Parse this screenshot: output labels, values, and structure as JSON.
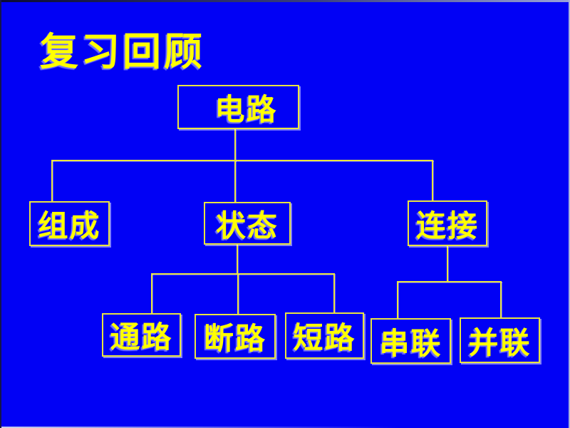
{
  "slide": {
    "title": "复习回顾",
    "colors": {
      "background": "#0101f5",
      "text_yellow": "#ffff00",
      "line_yellow": "#e9e43f"
    }
  },
  "diagram": {
    "nodes": {
      "circuit": "电路",
      "composition": "组成",
      "state": "状态",
      "connection": "连接",
      "closed_circuit": "通路",
      "open_circuit": "断路",
      "short_circuit": "短路",
      "series": "串联",
      "parallel": "并联"
    },
    "edges": [
      [
        "circuit",
        "composition"
      ],
      [
        "circuit",
        "state"
      ],
      [
        "circuit",
        "connection"
      ],
      [
        "state",
        "closed_circuit"
      ],
      [
        "state",
        "open_circuit"
      ],
      [
        "state",
        "short_circuit"
      ],
      [
        "connection",
        "series"
      ],
      [
        "connection",
        "parallel"
      ]
    ]
  }
}
